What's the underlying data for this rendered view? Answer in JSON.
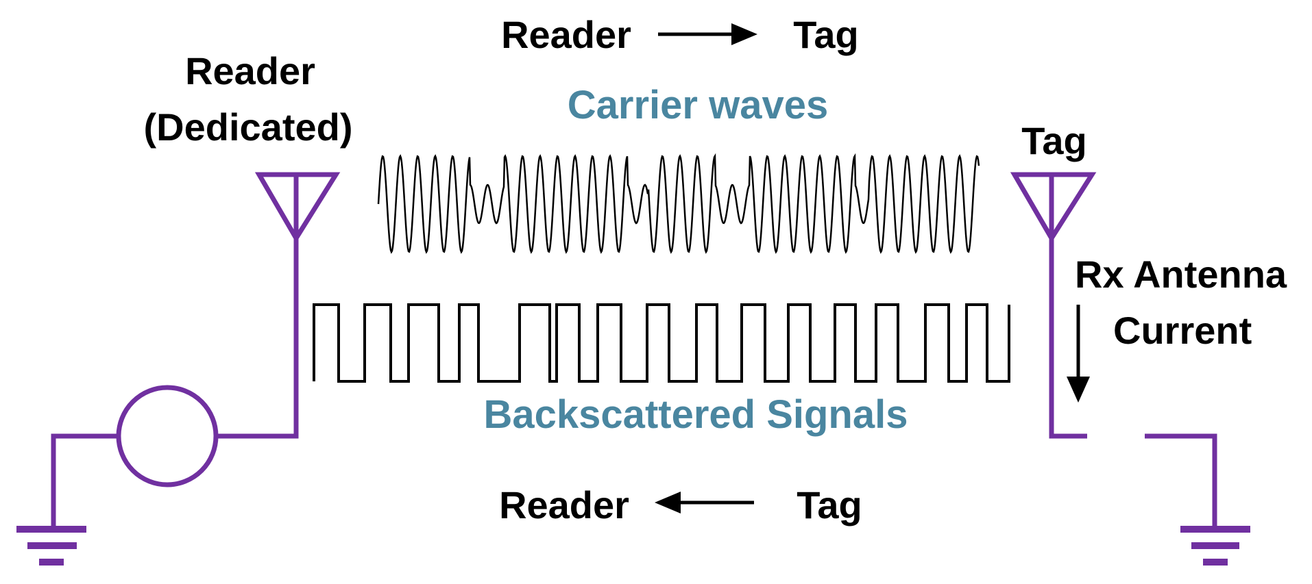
{
  "labels": {
    "top_reader": "Reader",
    "top_tag": "Tag",
    "reader_line1": "Reader",
    "reader_line2": "(Dedicated)",
    "carrier_waves": "Carrier waves",
    "tag": "Tag",
    "rx_line1": "Rx Antenna",
    "rx_line2": "Current",
    "backscattered": "Backscattered Signals",
    "bottom_reader": "Reader",
    "bottom_tag": "Tag"
  },
  "colors": {
    "circuit": "#7030A0",
    "accent_text": "#4A86A0",
    "text": "#000000",
    "signal": "#000000"
  },
  "icons": {
    "reader_antenna": "antenna-icon",
    "tag_antenna": "antenna-icon",
    "source": "signal-source-icon",
    "ground": "ground-icon"
  }
}
